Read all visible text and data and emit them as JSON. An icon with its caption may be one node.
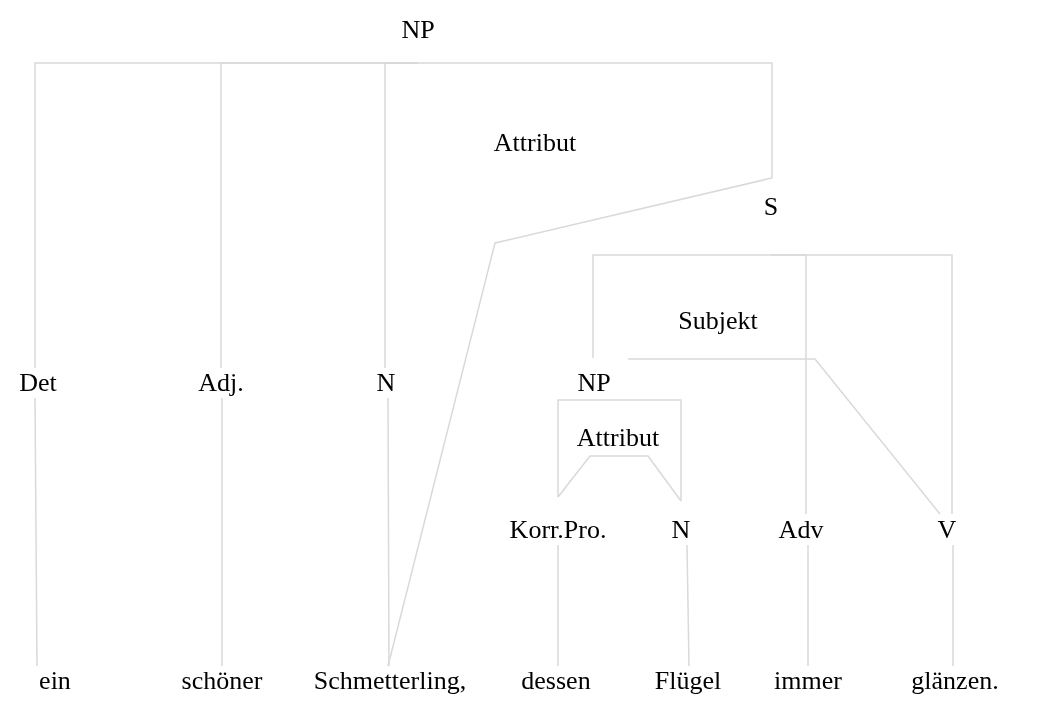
{
  "diagram": {
    "nodes": [
      {
        "text": [
          "NP"
        ]
      },
      {
        "text": [
          "Attribut"
        ]
      },
      {
        "text": [
          "S"
        ]
      },
      {
        "text": [
          "Subjekt"
        ]
      },
      {
        "text": [
          "Det"
        ]
      },
      {
        "text": [
          "Adj."
        ]
      },
      {
        "text": [
          "N"
        ]
      },
      {
        "text": [
          "NP"
        ]
      },
      {
        "text": [
          "Attribut"
        ]
      },
      {
        "text": [
          "Korr.Pro."
        ]
      },
      {
        "text": [
          "N"
        ]
      },
      {
        "text": [
          "Adv"
        ]
      },
      {
        "text": [
          "V"
        ]
      },
      {
        "text": [
          "ein"
        ]
      },
      {
        "text": [
          "schöner"
        ]
      },
      {
        "text": [
          "Schmetterling,"
        ]
      },
      {
        "text": [
          "dessen"
        ]
      },
      {
        "text": [
          "Flügel"
        ]
      },
      {
        "text": [
          "immer"
        ]
      },
      {
        "text": [
          "glänzen."
        ]
      }
    ],
    "edges": [
      {
        "from": 0,
        "to": 4,
        "arrow": "none"
      },
      {
        "from": 0,
        "to": 5,
        "arrow": "none"
      },
      {
        "from": 0,
        "to": 6,
        "arrow": "none"
      },
      {
        "from": 0,
        "to": 15,
        "arrow": "none"
      },
      {
        "from": 2,
        "to": 7,
        "arrow": "none"
      },
      {
        "from": 2,
        "to": 11,
        "arrow": "none"
      },
      {
        "from": 2,
        "to": 12,
        "arrow": "none"
      },
      {
        "from": 7,
        "to": 12,
        "arrow": "none"
      },
      {
        "from": 9,
        "to": 10,
        "arrow": "none"
      },
      {
        "from": 8,
        "to": 9,
        "arrow": "none"
      },
      {
        "from": 8,
        "to": 10,
        "arrow": "none"
      },
      {
        "from": 4,
        "to": 13,
        "arrow": "none"
      },
      {
        "from": 5,
        "to": 14,
        "arrow": "none"
      },
      {
        "from": 6,
        "to": 15,
        "arrow": "none"
      },
      {
        "from": 9,
        "to": 16,
        "arrow": "none"
      },
      {
        "from": 10,
        "to": 17,
        "arrow": "none"
      },
      {
        "from": 11,
        "to": 18,
        "arrow": "none"
      },
      {
        "from": 12,
        "to": 19,
        "arrow": "none"
      }
    ]
  }
}
